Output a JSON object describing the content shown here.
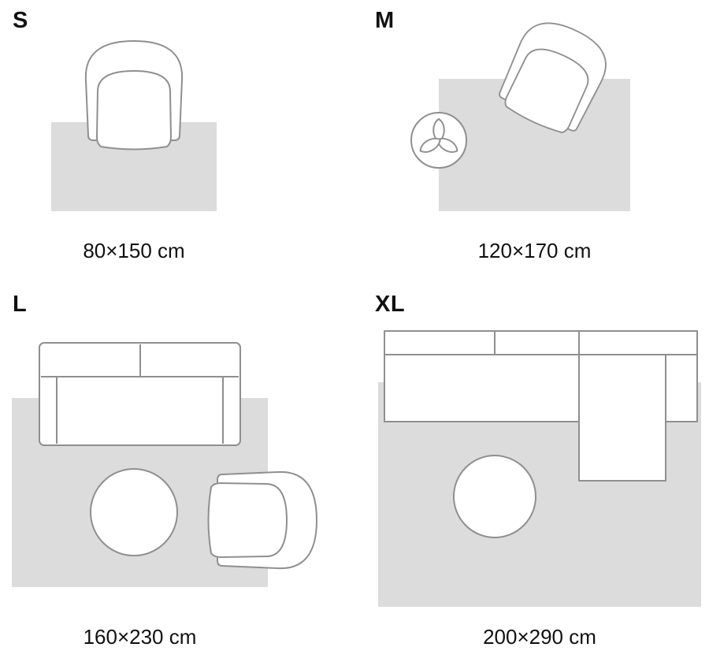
{
  "colors": {
    "rug_fill": "#dcdcdc",
    "outline": "#8f8f8f",
    "text": "#111111"
  },
  "sizes": [
    {
      "label": "S",
      "dimensions": "80×150 cm",
      "furniture": [
        "armchair"
      ]
    },
    {
      "label": "M",
      "dimensions": "120×170 cm",
      "furniture": [
        "armchair",
        "plant"
      ]
    },
    {
      "label": "L",
      "dimensions": "160×230 cm",
      "furniture": [
        "sofa",
        "coffee-table",
        "armchair"
      ]
    },
    {
      "label": "XL",
      "dimensions": "200×290 cm",
      "furniture": [
        "sectional-sofa",
        "coffee-table"
      ]
    }
  ]
}
